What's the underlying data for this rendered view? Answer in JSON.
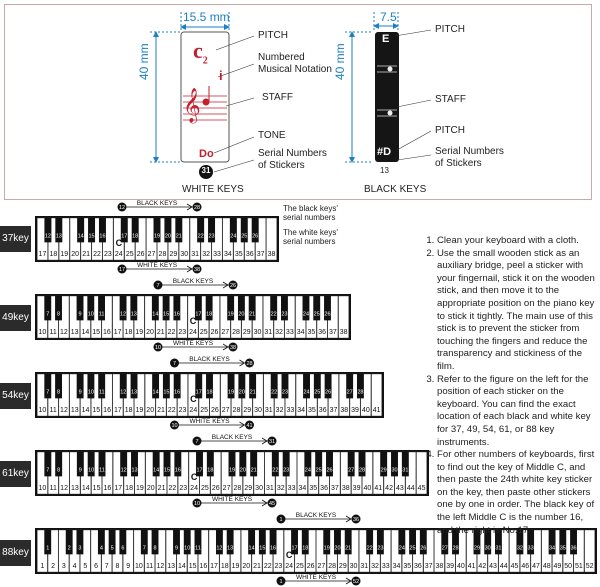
{
  "top": {
    "white_card": {
      "width_label": "15.5 mm",
      "height_label": "40 mm",
      "letter": "c",
      "letter_sub": "2",
      "notation": "i",
      "tone": "Do",
      "serial": "31",
      "callouts": [
        "PITCH",
        "Numbered\nMusical Notation",
        "STAFF",
        "TONE",
        "Serial Numbers\nof Stickers"
      ],
      "caption": "WHITE KEYS"
    },
    "black_card": {
      "width_label": "7.5",
      "height_label": "40 mm",
      "letter_top": "E",
      "letter_bottom": "D",
      "serial": "13",
      "callouts": [
        "PITCH",
        "STAFF",
        "PITCH",
        "Serial Numbers\nof Stickers"
      ],
      "caption": "BLACK KEYS"
    },
    "colors": {
      "dimension": "#1e7fc1",
      "red": "#c3202e",
      "frame": "#c9a9a9"
    }
  },
  "keyboards": [
    {
      "label": "37key",
      "whites": 22,
      "first_white": 17,
      "first_black": 12,
      "black_start": 12,
      "black_end": 28,
      "white_start": 17,
      "white_end": 38,
      "middle_c_index": 7
    },
    {
      "label": "49key",
      "whites": 29,
      "first_white": 10,
      "first_black": 7,
      "black_start": 7,
      "black_end": 26,
      "white_start": 10,
      "white_end": 38,
      "middle_c_index": 14
    },
    {
      "label": "54key",
      "whites": 32,
      "first_white": 10,
      "first_black": 7,
      "black_start": 7,
      "black_end": 28,
      "white_start": 10,
      "white_end": 41,
      "middle_c_index": 14
    },
    {
      "label": "61key",
      "whites": 36,
      "first_white": 10,
      "first_black": 7,
      "black_start": 7,
      "black_end": 31,
      "white_start": 10,
      "white_end": 45,
      "middle_c_index": 14
    },
    {
      "label": "88key",
      "whites": 52,
      "first_white": 1,
      "first_black": 1,
      "black_start": 1,
      "black_end": 36,
      "white_start": 1,
      "white_end": 52,
      "middle_c_index": 23
    }
  ],
  "legend": {
    "black_keys": "BLACK KEYS",
    "white_keys": "WHITE KEYS",
    "middle_c": "C",
    "black_serial_note": "The black keys'\nserial numbers",
    "white_serial_note": "The white keys'\nserial numbers"
  },
  "instructions": [
    "Clean your keyboard with a cloth.",
    "Use the small wooden stick as an auxiliary bridge, peel a sticker with your fingernail, stick it on the wooden stick, and then move it to the appropriate position on the piano key to stick it tightly.  The main use of this stick is to prevent the sticker from touching the fingers and reduce the transparency and stickiness of the film.",
    "Refer to the figure on the left for  the position of each sticker on the keyboard. You can find the exact location of each black and  white key for 37, 49, 54, 61, or 88 key instruments.",
    "For other numbers of keyboards, first to find out the key of  Middle C, and then paste the 24th white key sticker on the key,  then paste other stickers one by one in order. The black key of the left Middle C is the number 16, and the right is No.17."
  ]
}
